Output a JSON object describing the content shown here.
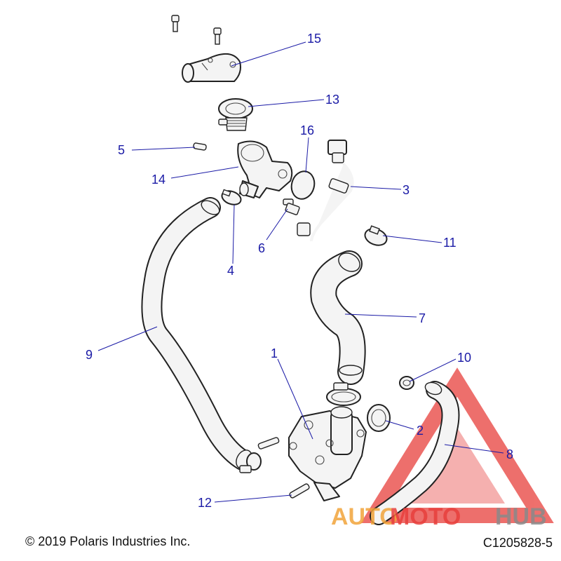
{
  "footer": {
    "copyright": "© 2019 Polaris Industries Inc.",
    "figure_id": "C1205828-5"
  },
  "callouts": [
    "1",
    "2",
    "3",
    "4",
    "5",
    "6",
    "7",
    "8",
    "9",
    "10",
    "11",
    "12",
    "13",
    "14",
    "15",
    "16"
  ],
  "watermark": {
    "text_part1": "AUTO",
    "text_part2": "MOTO",
    "text_part3": "HUB",
    "color_red": "#e8403c",
    "color_orange": "#f1a43a",
    "color_gray": "#8a8a8a"
  },
  "colors": {
    "callout": "#1a1aa6",
    "outline": "#222222"
  }
}
